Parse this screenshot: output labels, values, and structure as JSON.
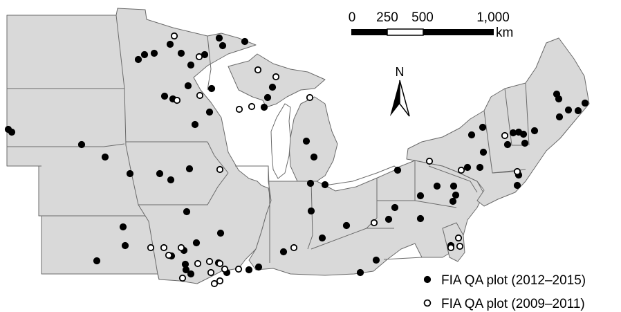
{
  "scale_bar": {
    "ticks": [
      "0",
      "250",
      "500",
      "1,000"
    ],
    "unit": "km"
  },
  "north_arrow": {
    "label": "N"
  },
  "legend": {
    "items": [
      {
        "symbol": "filled",
        "label": "FIA QA plot (2012–2015)"
      },
      {
        "symbol": "open",
        "label": "FIA QA plot (2009–2011)"
      }
    ]
  },
  "colors": {
    "land": "#d9d9d9",
    "borders": "#6a6a6a",
    "filled_marker": "#000000",
    "open_marker": "#ffffff"
  }
}
